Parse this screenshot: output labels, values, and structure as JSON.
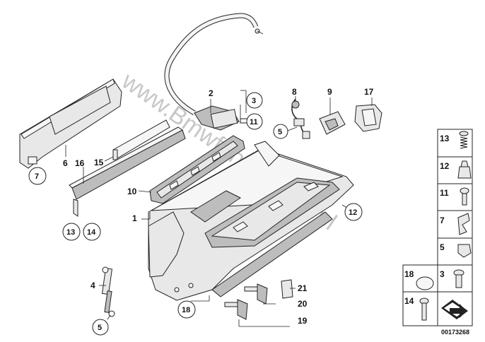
{
  "watermark": "www.Bmwfans.info   re.pl",
  "labels": {
    "l1": "1",
    "l2": "2",
    "l3": "3",
    "l4": "4",
    "l5a": "5",
    "l5b": "5",
    "l6": "6",
    "l7": "7",
    "l8": "8",
    "l9": "9",
    "l10": "10",
    "l11": "11",
    "l12": "12",
    "l13": "13",
    "l14": "14",
    "l15": "15",
    "l16": "16",
    "l17": "17",
    "l18": "18",
    "l19": "19",
    "l20": "20",
    "l21": "21"
  },
  "legend": {
    "r13": "13",
    "r12": "12",
    "r11": "11",
    "r7": "7",
    "r5": "5",
    "r18": "18",
    "r3": "3",
    "r14": "14"
  },
  "ref_number": "00173268"
}
